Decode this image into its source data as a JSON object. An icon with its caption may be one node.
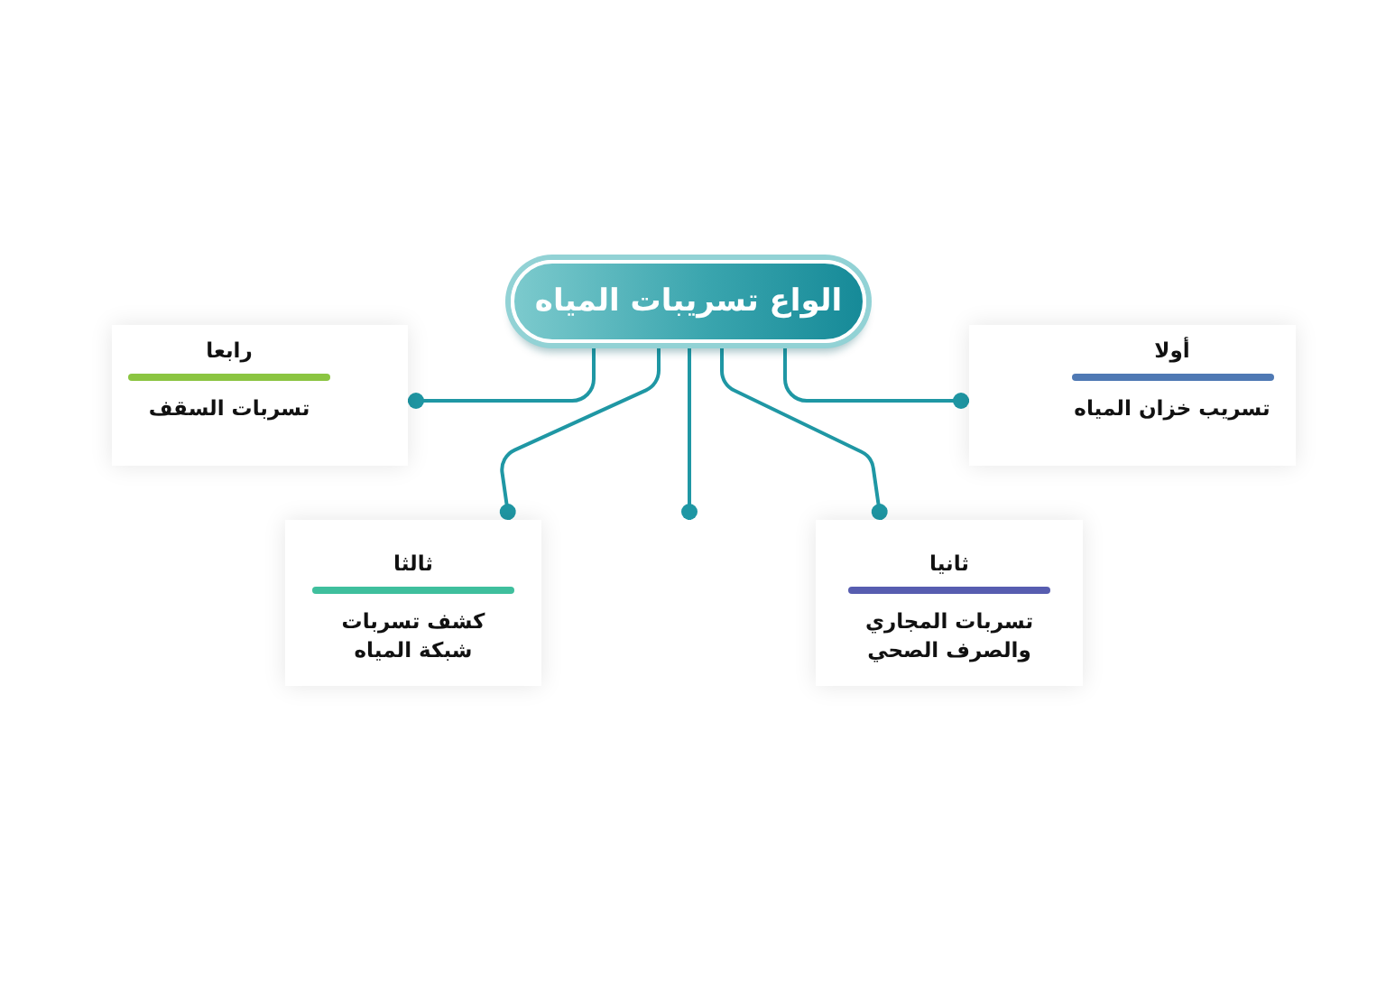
{
  "diagram": {
    "nodes": [
      {
        "text": [
          "الواع تسريبات المياه"
        ]
      },
      {
        "text": [
          "أولا",
          "تسريب خزان المياه"
        ]
      },
      {
        "text": [
          "ثانيا",
          "تسربات المجاري والصرف الصحي"
        ]
      },
      {
        "text": [
          "ثالثا",
          "كشف تسربات شبكة المياه"
        ]
      },
      {
        "text": [
          "رابعا",
          "تسربات السقف"
        ]
      }
    ],
    "edges": [
      {
        "from": 0,
        "to": 1,
        "arrow": "other"
      },
      {
        "from": 0,
        "to": 2,
        "arrow": "other"
      },
      {
        "from": 0,
        "to": null,
        "arrow": "other"
      },
      {
        "from": 0,
        "to": 3,
        "arrow": "other"
      },
      {
        "from": 0,
        "to": 4,
        "arrow": "other"
      }
    ]
  }
}
